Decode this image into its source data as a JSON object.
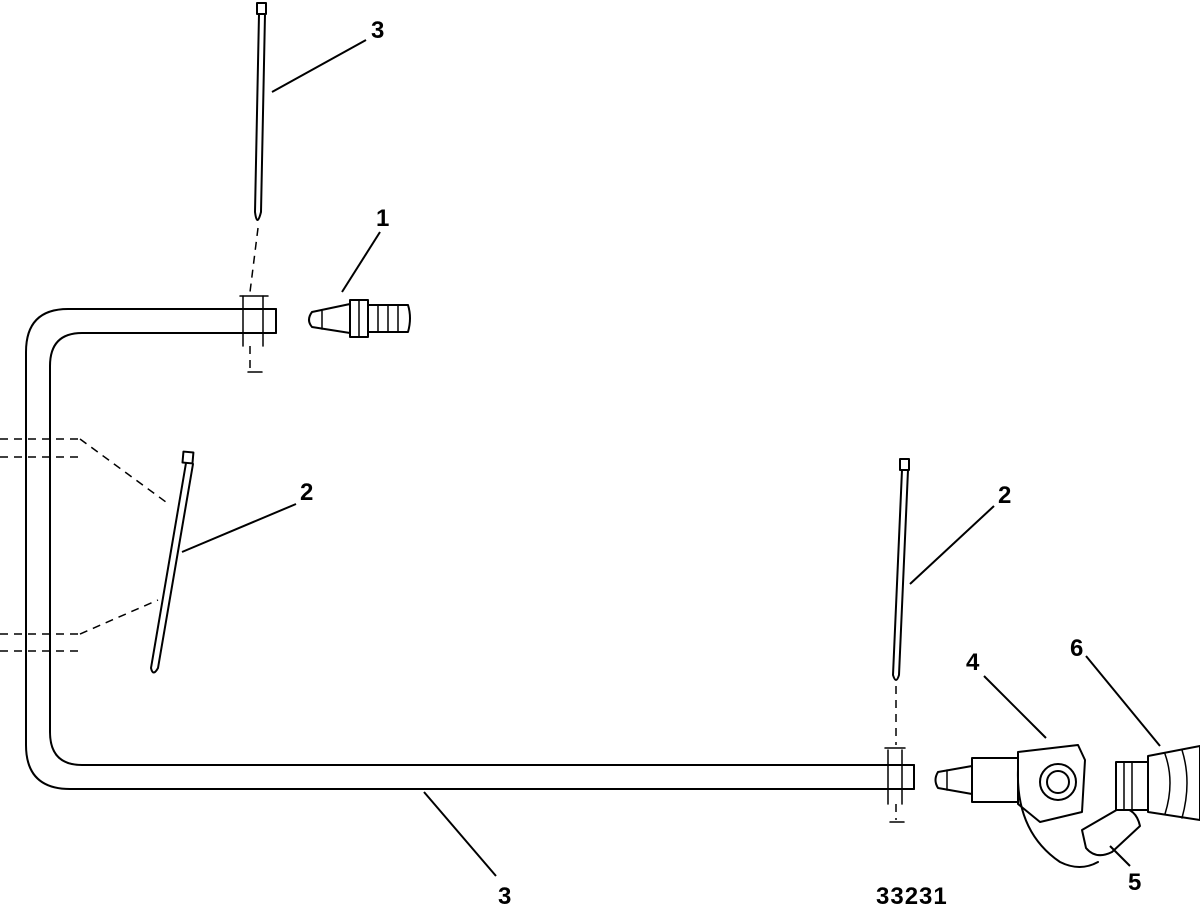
{
  "callouts": {
    "c1": "1",
    "c2a": "2",
    "c2b": "2",
    "c3a": "3",
    "c3b": "3",
    "c4": "4",
    "c5": "5",
    "c6": "6"
  },
  "figure_number": "33231",
  "colors": {
    "line": "#000000",
    "background": "#ffffff"
  }
}
